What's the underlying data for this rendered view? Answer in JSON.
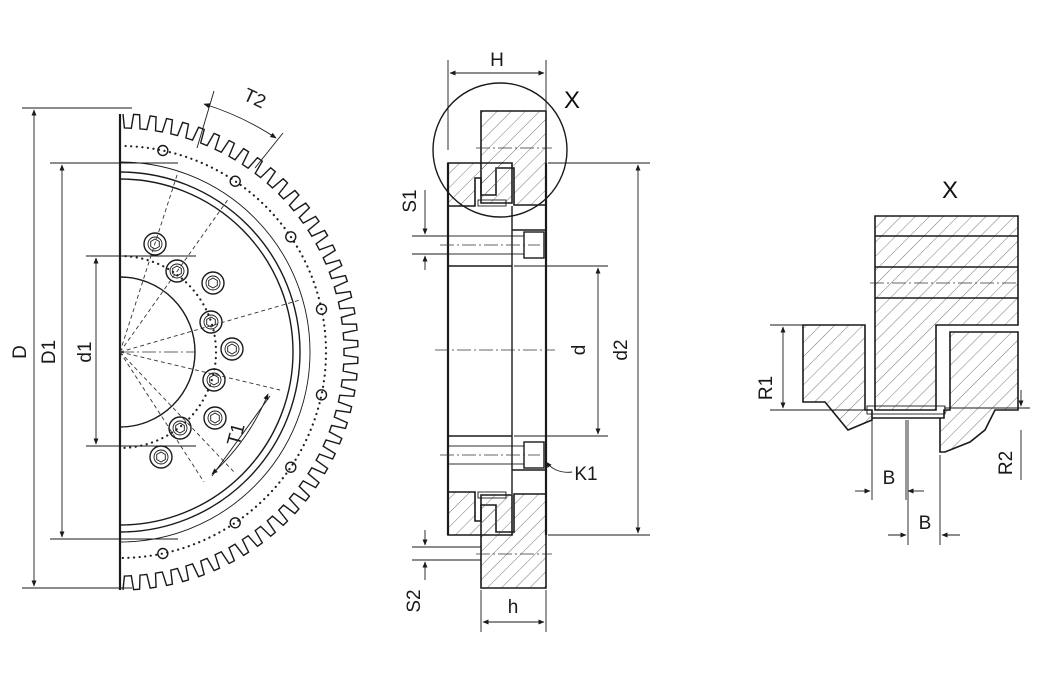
{
  "labels": {
    "D": "D",
    "D1": "D1",
    "d1": "d1",
    "T1": "T1",
    "T2": "T2",
    "H": "H",
    "X_marker": "X",
    "S1": "S1",
    "S2": "S2",
    "d": "d",
    "d2": "d2",
    "K1": "K1",
    "h": "h",
    "X_title": "X",
    "R1": "R1",
    "R2": "R2",
    "B_upper": "B",
    "B_lower": "B"
  }
}
